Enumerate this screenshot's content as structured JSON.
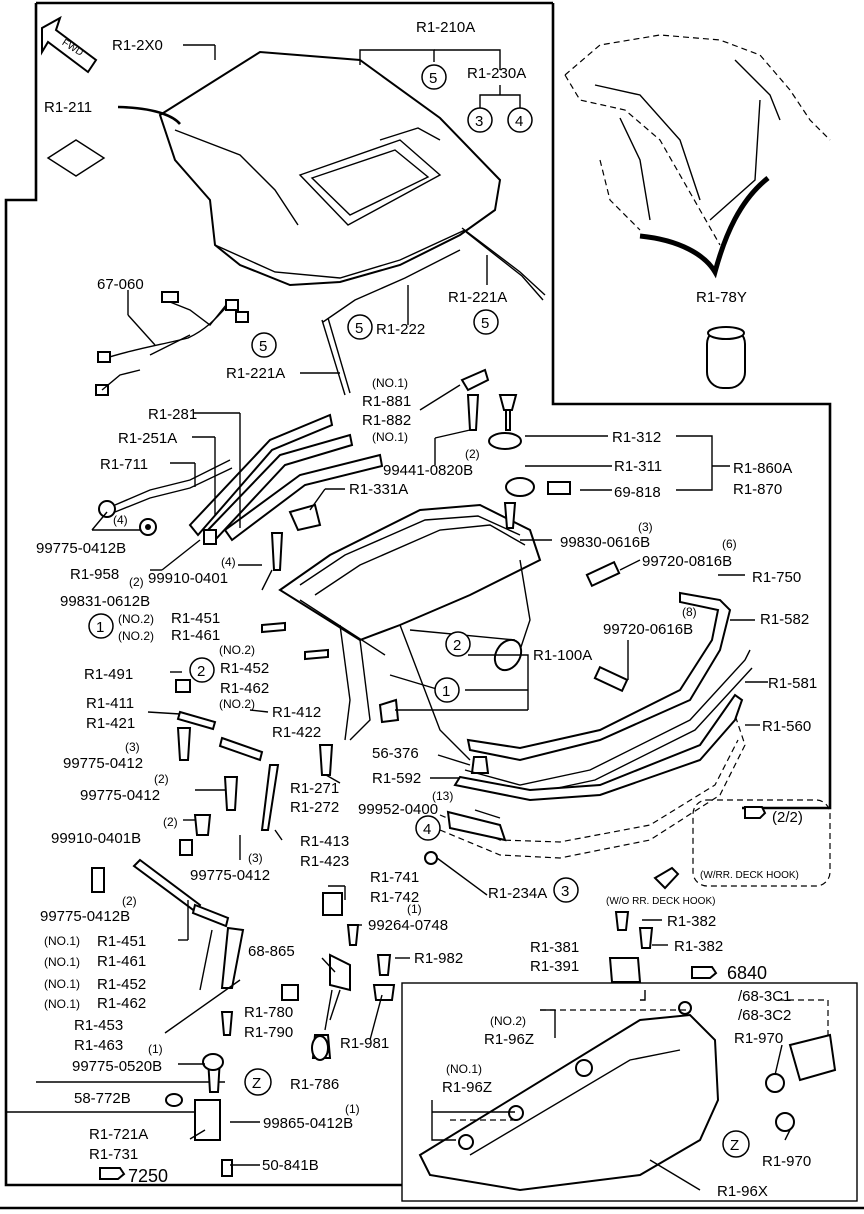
{
  "labels": {
    "r1_2x0": "R1-2X0",
    "r1_210a": "R1-210A",
    "r1_230a": "R1-230A",
    "r1_211": "R1-211",
    "fwd": "FWD",
    "p67_060": "67-060",
    "r1_221a_right": "R1-221A",
    "r1_222": "R1-222",
    "r1_221a_left": "R1-221A",
    "r1_78y": "R1-78Y",
    "no1_a": "(NO.1)",
    "r1_881": "R1-881",
    "r1_882": "R1-882",
    "no1_b": "(NO.1)",
    "r1_281": "R1-281",
    "r1_251a": "R1-251A",
    "r1_711": "R1-711",
    "r1_312": "R1-312",
    "q2_a": "(2)",
    "p99441": "99441-0820B",
    "r1_311": "R1-311",
    "r1_860a": "R1-860A",
    "r1_870": "R1-870",
    "r1_331a": "R1-331A",
    "p69_818": "69-818",
    "q4_a": "(4)",
    "p99775_0412b_a": "99775-0412B",
    "q4_b": "(4)",
    "q3_a": "(3)",
    "p99830": "99830-0616B",
    "q6": "(6)",
    "p99720_0816b": "99720-0816B",
    "r1_750": "R1-750",
    "r1_958": "R1-958",
    "q2_b": "(2)",
    "p99910_0401": "99910-0401",
    "p99831": "99831-0612B",
    "q8": "(8)",
    "p99720_0616b": "99720-0616B",
    "r1_582": "R1-582",
    "no2_a": "(NO.2)",
    "r1_451": "R1-451",
    "no2_b": "(NO.2)",
    "r1_461": "R1-461",
    "r1_100a": "R1-100A",
    "r1_581": "R1-581",
    "no2_c": "(NO.2)",
    "r1_452": "R1-452",
    "r1_491": "R1-491",
    "r1_462": "R1-462",
    "no2_d": "(NO.2)",
    "r1_411": "R1-411",
    "r1_412": "R1-412",
    "r1_421": "R1-421",
    "r1_422": "R1-422",
    "r1_560": "R1-560",
    "q3_b": "(3)",
    "p99775_0412_a": "99775-0412",
    "p56_376": "56-376",
    "q2_c": "(2)",
    "r1_271": "R1-271",
    "p99775_0412_b": "99775-0412",
    "r1_272": "R1-272",
    "r1_592": "R1-592",
    "q13": "(13)",
    "p99952": "99952-0400",
    "q2_d": "(2)",
    "p99910_0401b": "99910-0401B",
    "page_2_2": "(2/2)",
    "r1_413": "R1-413",
    "q3_c": "(3)",
    "r1_423": "R1-423",
    "p99775_0412_c": "99775-0412",
    "wrr_deck_hook": "(W/RR. DECK HOOK)",
    "r1_741": "R1-741",
    "q2_e": "(2)",
    "r1_742": "R1-742",
    "p99775_0412b_b": "99775-0412B",
    "r1_234a": "R1-234A",
    "q1_a": "(1)",
    "wo_rr_deck_hook": "(W/O RR. DECK HOOK)",
    "p99264": "99264-0748",
    "r1_382_a": "R1-382",
    "no1_c": "(NO.1)",
    "r1_451_b": "R1-451",
    "r1_382_b": "R1-382",
    "no1_d": "(NO.1)",
    "r1_461_b": "R1-461",
    "p68_865": "68-865",
    "r1_982": "R1-982",
    "r1_381": "R1-381",
    "r1_391": "R1-391",
    "ref_6840": "6840",
    "no1_e": "(NO.1)",
    "r1_452_b": "R1-452",
    "ref_68_3c1": "/68-3C1",
    "no1_f": "(NO.1)",
    "r1_462_b": "R1-462",
    "ref_68_3c2": "/68-3C2",
    "r1_453": "R1-453",
    "r1_780": "R1-780",
    "no2_e": "(NO.2)",
    "r1_463": "R1-463",
    "r1_790": "R1-790",
    "r1_96z_a": "R1-96Z",
    "r1_970_a": "R1-970",
    "r1_981": "R1-981",
    "q1_b": "(1)",
    "p99775_0520b": "99775-0520B",
    "no1_g": "(NO.1)",
    "r1_786": "R1-786",
    "r1_96z_b": "R1-96Z",
    "p58_772b": "58-772B",
    "q1_c": "(1)",
    "p99865": "99865-0412B",
    "r1_721a": "R1-721A",
    "r1_970_b": "R1-970",
    "r1_731": "R1-731",
    "ref_7250": "7250",
    "p50_841b": "50-841B",
    "r1_96x": "R1-96X"
  },
  "callouts": {
    "c5": "5",
    "c3": "3",
    "c4": "4",
    "c2": "2",
    "c1": "1",
    "cz": "Z"
  }
}
